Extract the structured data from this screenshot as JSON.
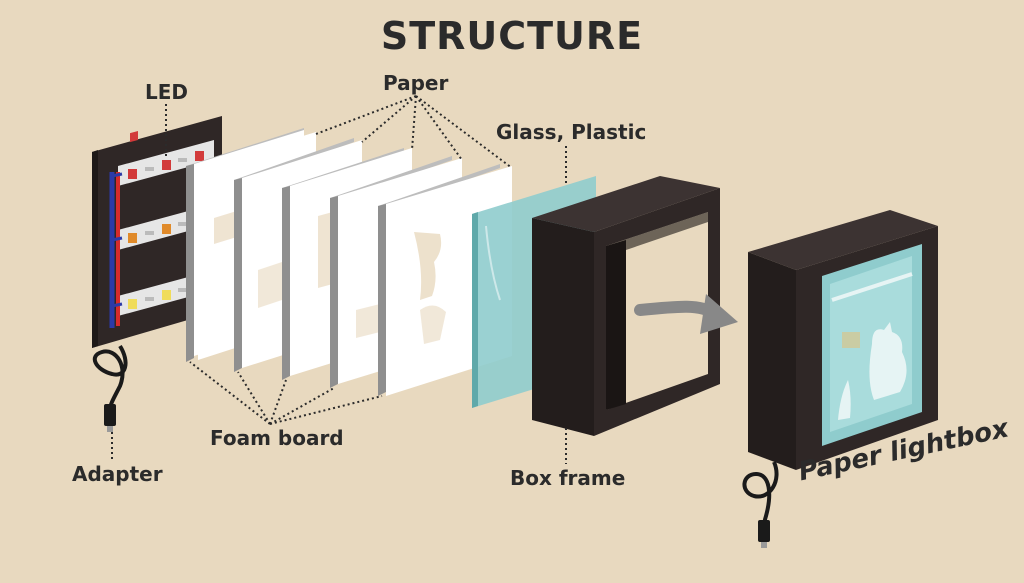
{
  "title": "STRUCTURE",
  "labels": {
    "led": "LED",
    "paper": "Paper",
    "glass": "Glass, Plastic",
    "foam": "Foam board",
    "adapter": "Adapter",
    "box": "Box frame",
    "result": "Paper lightbox"
  },
  "colors": {
    "background": "#e8d9bf",
    "frame": "#2f2726",
    "foam": "#8f8f8f",
    "paper": "#ffffff",
    "glass": "#8fcccd",
    "led_red": "#d23a3a",
    "led_orange": "#e08a2a",
    "led_yellow": "#f0dc5a",
    "wire_red": "#d62b2b",
    "wire_blue": "#2b3aa8",
    "arrow": "#888888",
    "text": "#2b2b2b"
  }
}
